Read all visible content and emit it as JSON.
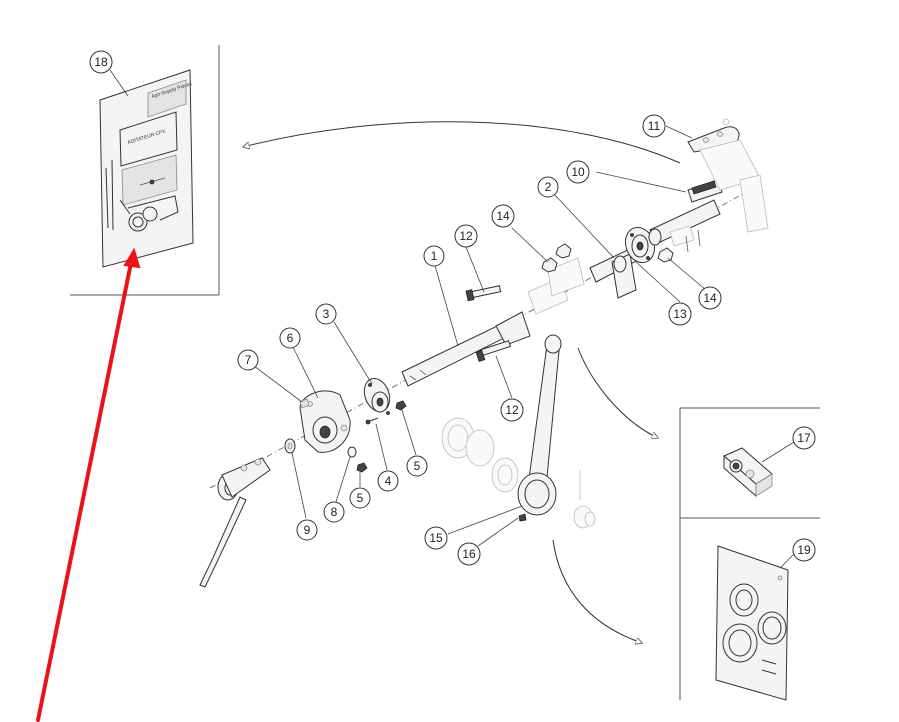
{
  "diagram": {
    "callouts": [
      {
        "id": "c1",
        "label": "1"
      },
      {
        "id": "c2",
        "label": "2"
      },
      {
        "id": "c3",
        "label": "3"
      },
      {
        "id": "c4",
        "label": "4"
      },
      {
        "id": "c5a",
        "label": "5"
      },
      {
        "id": "c5b",
        "label": "5"
      },
      {
        "id": "c6",
        "label": "6"
      },
      {
        "id": "c7",
        "label": "7"
      },
      {
        "id": "c8",
        "label": "8"
      },
      {
        "id": "c9",
        "label": "9"
      },
      {
        "id": "c10",
        "label": "10"
      },
      {
        "id": "c11",
        "label": "11"
      },
      {
        "id": "c12a",
        "label": "12"
      },
      {
        "id": "c12b",
        "label": "12"
      },
      {
        "id": "c13",
        "label": "13"
      },
      {
        "id": "c14a",
        "label": "14"
      },
      {
        "id": "c14b",
        "label": "14"
      },
      {
        "id": "c15",
        "label": "15"
      },
      {
        "id": "c16",
        "label": "16"
      },
      {
        "id": "c17",
        "label": "17"
      },
      {
        "id": "c18",
        "label": "18"
      },
      {
        "id": "c19",
        "label": "19"
      }
    ],
    "kit_card_18": {
      "brand_text": "Agri-Supply Pièces",
      "title_text": "AGITATEUR CPX"
    },
    "colors": {
      "line": "#333333",
      "pointer_arrow": "#e8141a"
    }
  }
}
